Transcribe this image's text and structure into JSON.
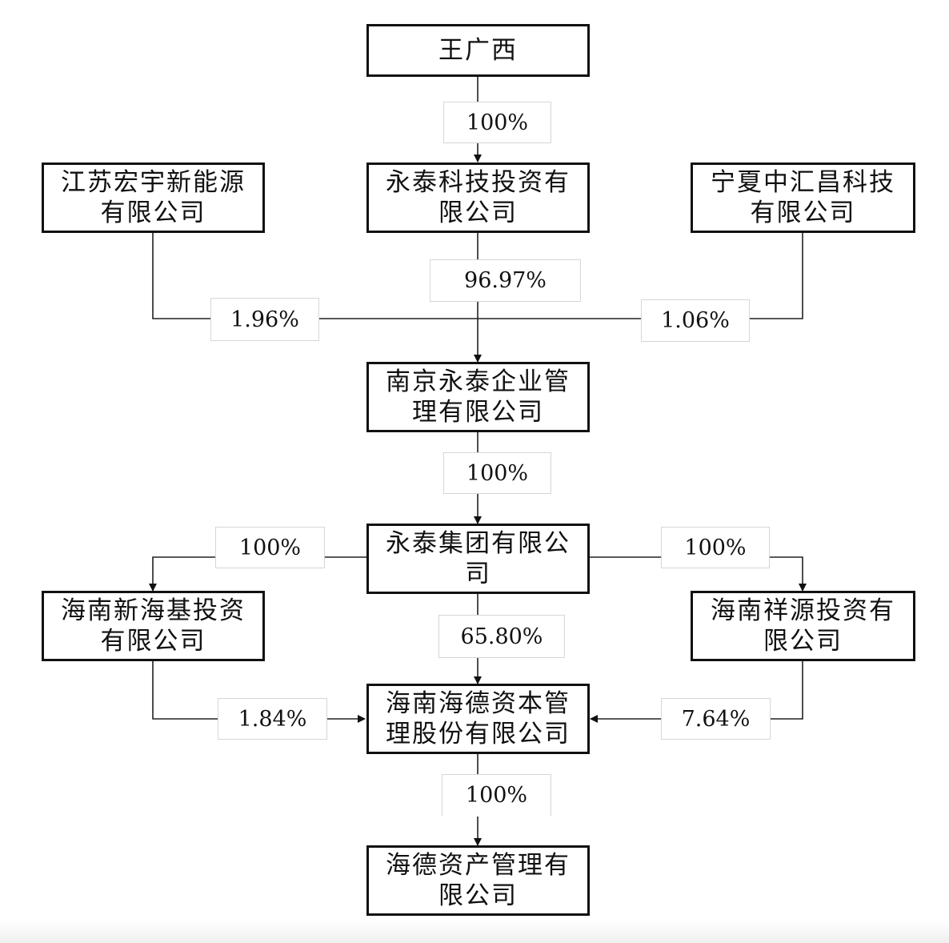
{
  "entities": {
    "wang": "王广西",
    "yongtai_tech": "永泰科技投资有限公司",
    "jiangsu": "江苏宏宇新能源有限公司",
    "ningxia": "宁夏中汇昌科技有限公司",
    "nanjing": "南京永泰企业管理有限公司",
    "yongtai_group": "永泰集团有限公司",
    "hn_xinhaiji": "海南新海基投资有限公司",
    "hn_xiangyuan": "海南祥源投资有限公司",
    "hn_haide": "海南海德资本管理股份有限公司",
    "haide_asset": "海德资产管理有限公司"
  },
  "percentages": {
    "wang_to_tech": "100%",
    "tech_to_nanjing": "96.97%",
    "jiangsu_to_nanjing": "1.96%",
    "ningxia_to_nanjing": "1.06%",
    "nanjing_to_group": "100%",
    "group_to_xinhaiji": "100%",
    "group_to_xiangyuan": "100%",
    "group_to_haide": "65.80%",
    "xinhaiji_to_haide": "1.84%",
    "xiangyuan_to_haide": "7.64%",
    "haide_to_asset": "100%"
  }
}
